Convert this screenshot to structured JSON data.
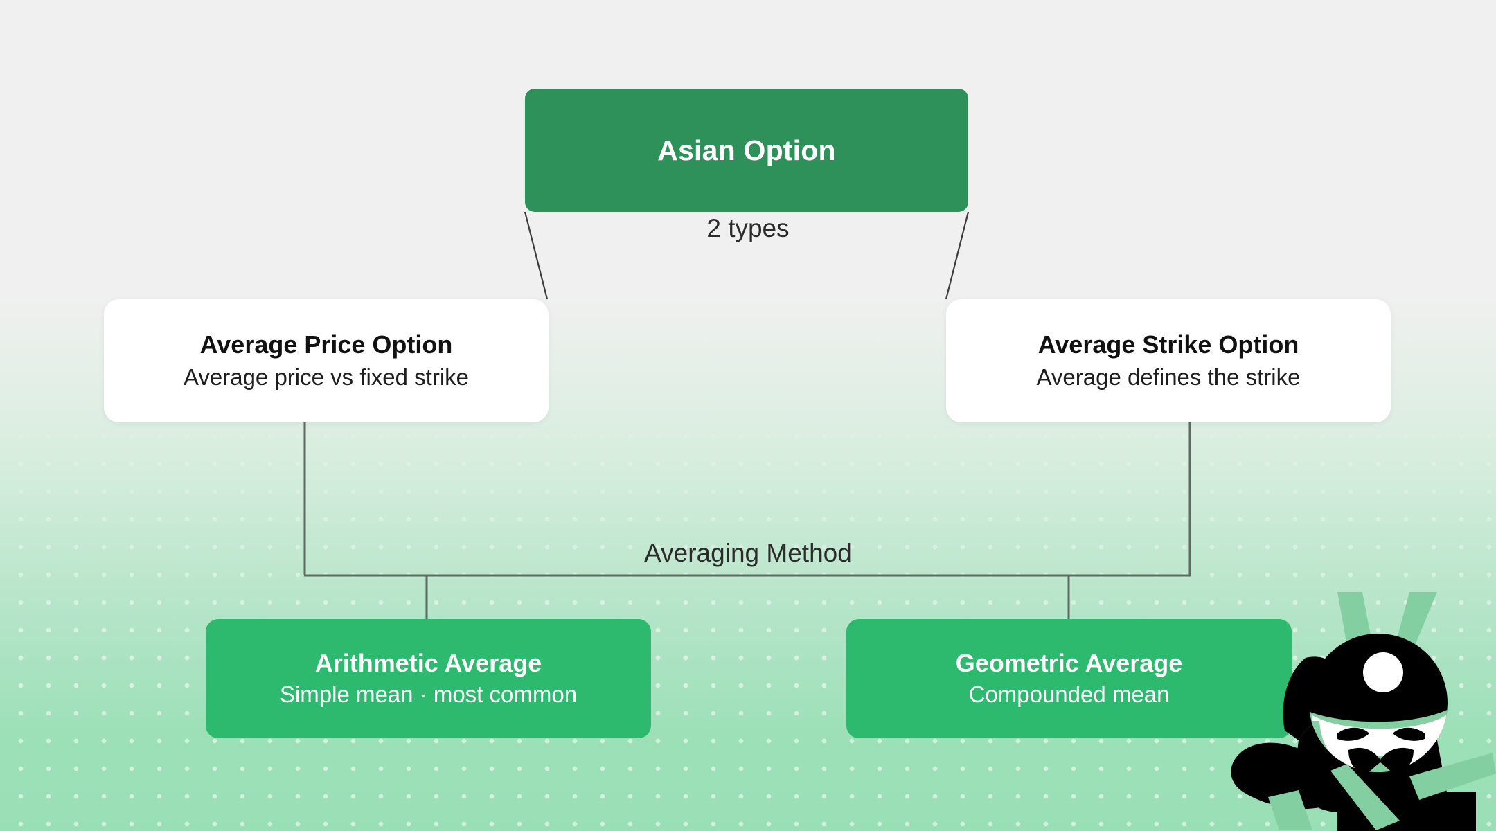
{
  "diagram": {
    "root": {
      "title": "Asian Option"
    },
    "edge_labels": {
      "top": "2 types",
      "middle": "Averaging Method"
    },
    "types": [
      {
        "title": "Average Price Option",
        "subtitle": "Average price vs fixed strike"
      },
      {
        "title": "Average Strike Option",
        "subtitle": "Average defines the strike"
      }
    ],
    "methods": [
      {
        "title": "Arithmetic Average",
        "subtitle": "Simple mean · most common"
      },
      {
        "title": "Geometric Average",
        "subtitle": "Compounded mean"
      }
    ]
  },
  "colors": {
    "root_green": "#2e9159",
    "leaf_green": "#2dba6e",
    "card_white": "#ffffff",
    "background_top": "#eff0ef",
    "background_bottom": "#99dfb6",
    "connector_line": "#46514b",
    "mascot_black": "#000000",
    "mascot_green": "#84cfa2"
  },
  "mascot": {
    "name": "samurai-ninja-mascot"
  }
}
